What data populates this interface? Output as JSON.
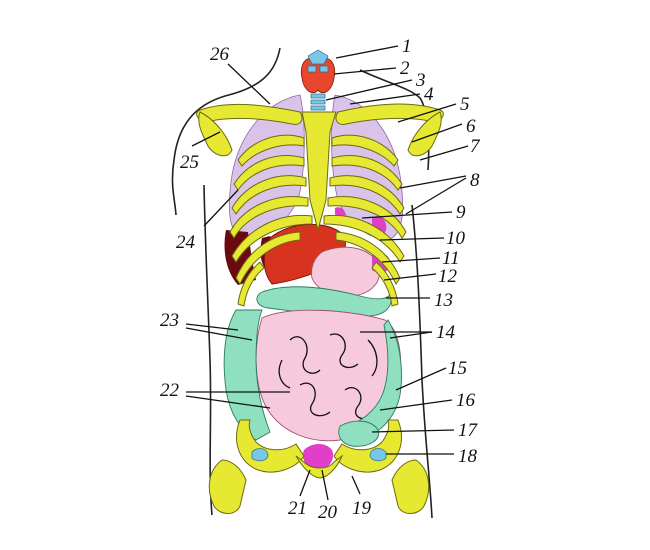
{
  "labels": [
    {
      "id": "1",
      "text": "1"
    },
    {
      "id": "2",
      "text": "2"
    },
    {
      "id": "3",
      "text": "3"
    },
    {
      "id": "4",
      "text": "4"
    },
    {
      "id": "5",
      "text": "5"
    },
    {
      "id": "6",
      "text": "6"
    },
    {
      "id": "7",
      "text": "7"
    },
    {
      "id": "8",
      "text": "8"
    },
    {
      "id": "9",
      "text": "9"
    },
    {
      "id": "10",
      "text": "10"
    },
    {
      "id": "11",
      "text": "11"
    },
    {
      "id": "12",
      "text": "12"
    },
    {
      "id": "13",
      "text": "13"
    },
    {
      "id": "14",
      "text": "14"
    },
    {
      "id": "15",
      "text": "15"
    },
    {
      "id": "16",
      "text": "16"
    },
    {
      "id": "17",
      "text": "17"
    },
    {
      "id": "18",
      "text": "18"
    },
    {
      "id": "19",
      "text": "19"
    },
    {
      "id": "20",
      "text": "20"
    },
    {
      "id": "21",
      "text": "21"
    },
    {
      "id": "22",
      "text": "22"
    },
    {
      "id": "23",
      "text": "23"
    },
    {
      "id": "24",
      "text": "24"
    },
    {
      "id": "25",
      "text": "25"
    },
    {
      "id": "26",
      "text": "26"
    }
  ],
  "colors": {
    "bone": "#e6e832",
    "lung": "#d9c3e8",
    "colon": "#8fe0c0",
    "small_intestine": "#f6c9dc",
    "liver": "#d8331f",
    "thyroid": "#e8472e",
    "cartilage": "#78c7e8"
  }
}
